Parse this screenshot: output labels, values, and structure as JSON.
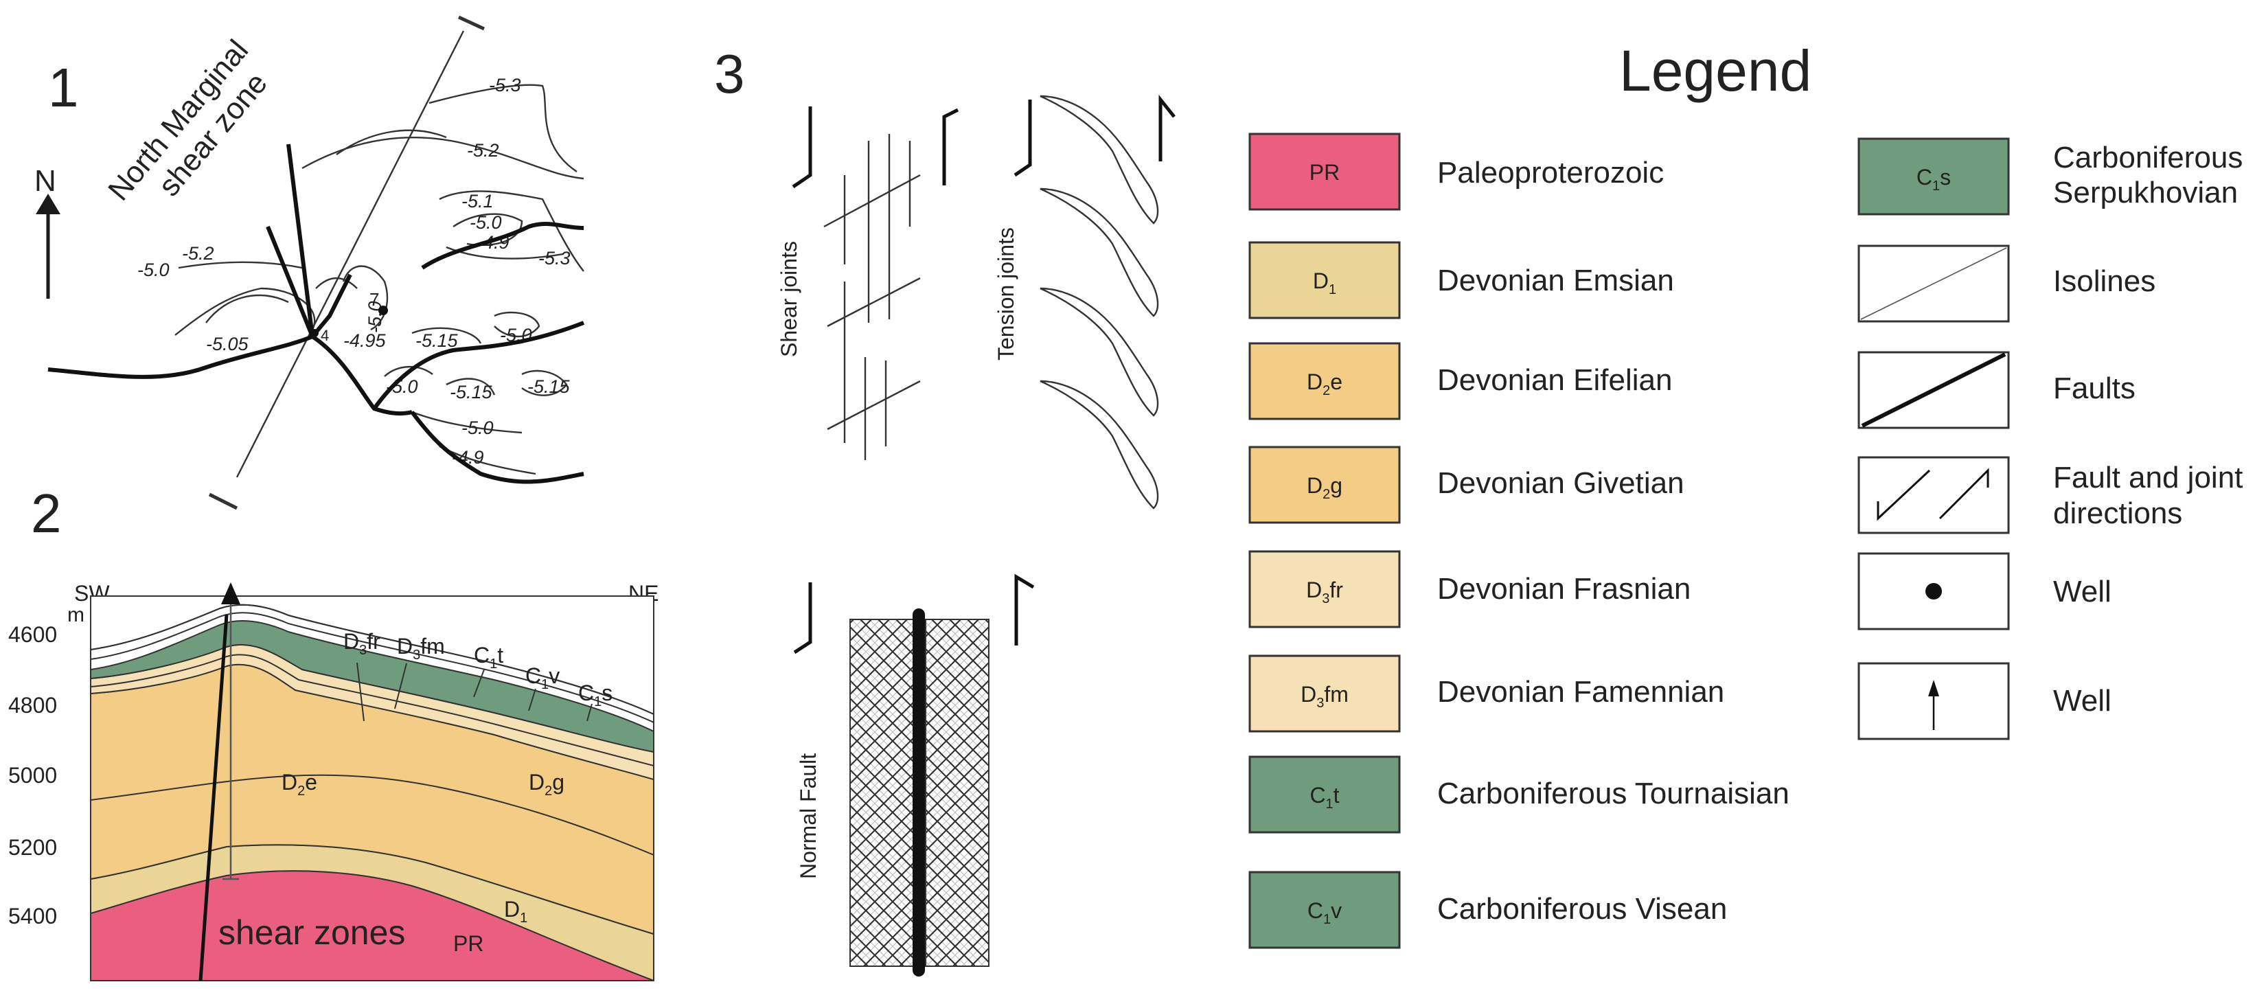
{
  "panel1": {
    "number": "1",
    "north_label": "N",
    "shear_zone_label_line1": "North Marginal",
    "shear_zone_label_line2": "shear zone",
    "isolines": [
      "-5.3",
      "-5.2",
      "-5.1",
      "-5.0",
      "-4.9",
      "-5.3",
      "-5.2",
      "-5.0",
      "-5.05",
      "-4.95",
      "-5.0",
      "-5.15",
      "-5.0",
      "-5.0",
      "-5.15",
      "-5.15",
      "-5.0",
      "-4.9"
    ],
    "well_numbers": [
      "7",
      "4"
    ]
  },
  "panel2": {
    "number": "2",
    "left_direction": "SW",
    "right_direction": "NE",
    "depth_unit": "m",
    "depth_ticks": [
      "4600",
      "4800",
      "5000",
      "5200",
      "5400"
    ],
    "strata_labels": {
      "d3fr": {
        "main": "D",
        "sub": "3",
        "suffix": "fr"
      },
      "d3fm": {
        "main": "D",
        "sub": "3",
        "suffix": "fm"
      },
      "c1t": {
        "main": "C",
        "sub": "1",
        "suffix": "t"
      },
      "c1v": {
        "main": "C",
        "sub": "1",
        "suffix": "v"
      },
      "c1s": {
        "main": "C",
        "sub": "1",
        "suffix": "s"
      },
      "d2e": {
        "main": "D",
        "sub": "2",
        "suffix": "e"
      },
      "d2g": {
        "main": "D",
        "sub": "2",
        "suffix": "g"
      },
      "d1": {
        "main": "D",
        "sub": "1",
        "suffix": ""
      },
      "pr": {
        "main": "PR",
        "sub": "",
        "suffix": ""
      }
    },
    "shear_zones_label": "shear zones"
  },
  "panel3": {
    "number": "3",
    "shear_joints_label": "Shear joints",
    "tension_joints_label": "Tension joints",
    "normal_fault_label": "Normal Fault"
  },
  "legend": {
    "title": "Legend",
    "items": [
      {
        "code_main": "PR",
        "code_sub": "",
        "code_suffix": "",
        "label": "Paleoproterozoic",
        "color": "#ea5f7f"
      },
      {
        "code_main": "D",
        "code_sub": "1",
        "code_suffix": "",
        "label": "Devonian Emsian",
        "color": "#ead496"
      },
      {
        "code_main": "D",
        "code_sub": "2",
        "code_suffix": "e",
        "label": "Devonian Eifelian",
        "color": "#f3cd86"
      },
      {
        "code_main": "D",
        "code_sub": "2",
        "code_suffix": "g",
        "label": "Devonian Givetian",
        "color": "#f3cd86"
      },
      {
        "code_main": "D",
        "code_sub": "3",
        "code_suffix": "fr",
        "label": "Devonian Frasnian",
        "color": "#f6e1b6"
      },
      {
        "code_main": "D",
        "code_sub": "3",
        "code_suffix": "fm",
        "label": "Devonian Famennian",
        "color": "#f6e1b6"
      },
      {
        "code_main": "C",
        "code_sub": "1",
        "code_suffix": "t",
        "label": "Carboniferous Tournaisian",
        "color": "#6f9c7c"
      },
      {
        "code_main": "C",
        "code_sub": "1",
        "code_suffix": "v",
        "label": "Carboniferous Visean",
        "color": "#6f9c7c"
      }
    ],
    "items_right": [
      {
        "code_main": "C",
        "code_sub": "1",
        "code_suffix": "s",
        "label_line1": "Carboniferous",
        "label_line2": "Serpukhovian",
        "color": "#6f9c7c"
      },
      {
        "symbol": "isoline",
        "label_line1": "Isolines",
        "label_line2": ""
      },
      {
        "symbol": "fault",
        "label_line1": "Faults",
        "label_line2": ""
      },
      {
        "symbol": "directions",
        "label_line1": "Fault and joint",
        "label_line2": "directions"
      },
      {
        "symbol": "well-dot",
        "label_line1": "Well",
        "label_line2": ""
      },
      {
        "symbol": "well-arrow",
        "label_line1": "Well",
        "label_line2": ""
      }
    ]
  },
  "colors": {
    "paleoproterozoic": "#ea5f7f",
    "emsian": "#ead496",
    "devonian_middle": "#f3cd86",
    "devonian_upper": "#f6e1b6",
    "carboniferous": "#6f9c7c",
    "line": "#1a1a1a"
  }
}
